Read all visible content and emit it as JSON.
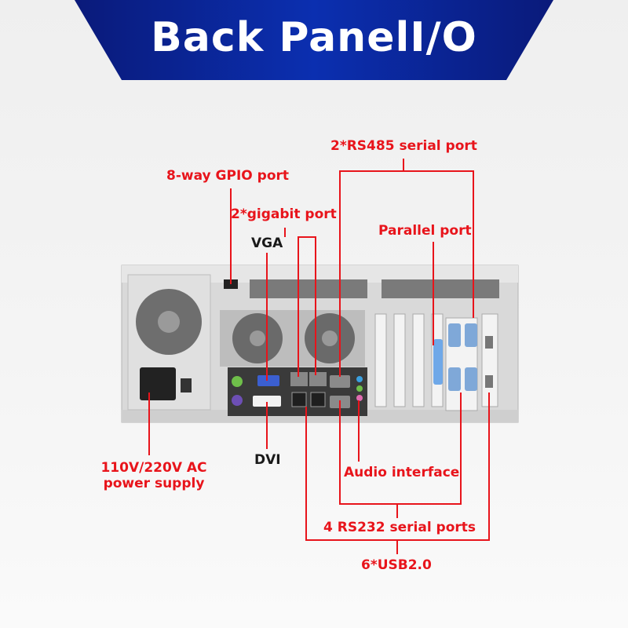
{
  "header": {
    "title": "Back PanelI/O"
  },
  "labels": {
    "rs485": "2*RS485 serial port",
    "gpio": "8-way GPIO port",
    "gigabit": "2*gigabit port",
    "vga": "VGA",
    "parallel": "Parallel port",
    "ac_power_line1": "110V/220V AC",
    "ac_power_line2": "power supply",
    "dvi": "DVI",
    "audio": "Audio interface",
    "rs232": "4 RS232 serial ports",
    "usb": "6*USB2.0"
  },
  "colors": {
    "banner": "#0b1f8f",
    "callout": "#e8141b",
    "chassis": "#dcdcdc"
  }
}
